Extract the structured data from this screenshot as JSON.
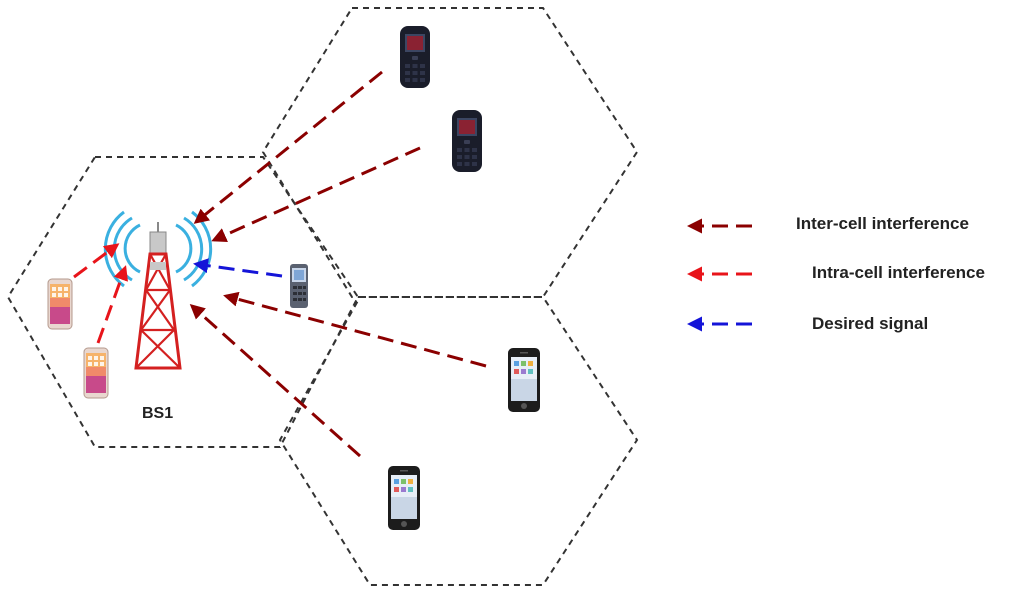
{
  "diagram": {
    "base_station_label": "BS1",
    "legend": [
      {
        "label": "Inter-cell interference",
        "color": "#8b0000"
      },
      {
        "label": "Intra-cell interference",
        "color": "#e8141a"
      },
      {
        "label": "Desired signal",
        "color": "#1414d8"
      }
    ]
  }
}
